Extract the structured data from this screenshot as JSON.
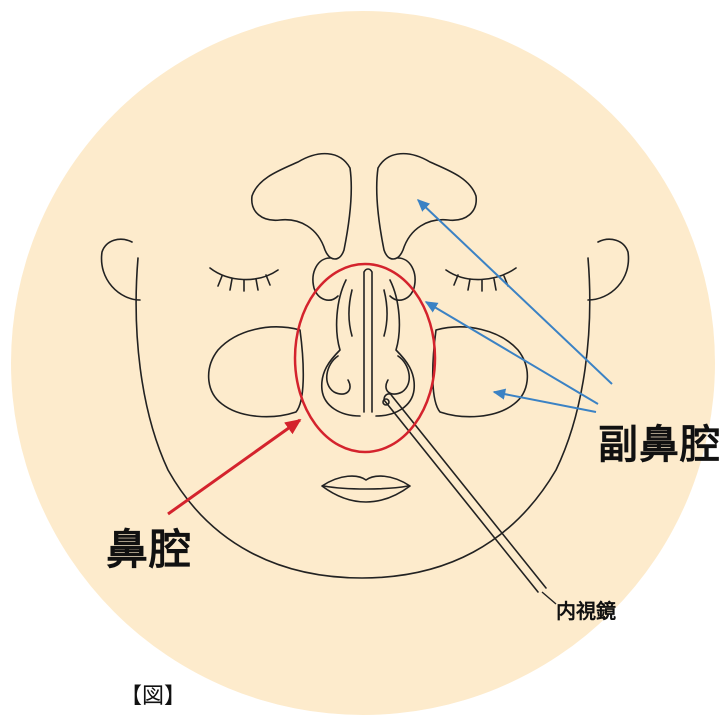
{
  "labels": {
    "paranasal_sinus": "副鼻腔",
    "nasal_cavity": "鼻腔",
    "endoscope": "内視鏡",
    "figure": "【図】"
  },
  "colors": {
    "background_disc": "#fdebcc",
    "line_art": "#222222",
    "nasal_cavity_highlight": "#d4232d",
    "sinus_arrows": "#3b82c4"
  }
}
